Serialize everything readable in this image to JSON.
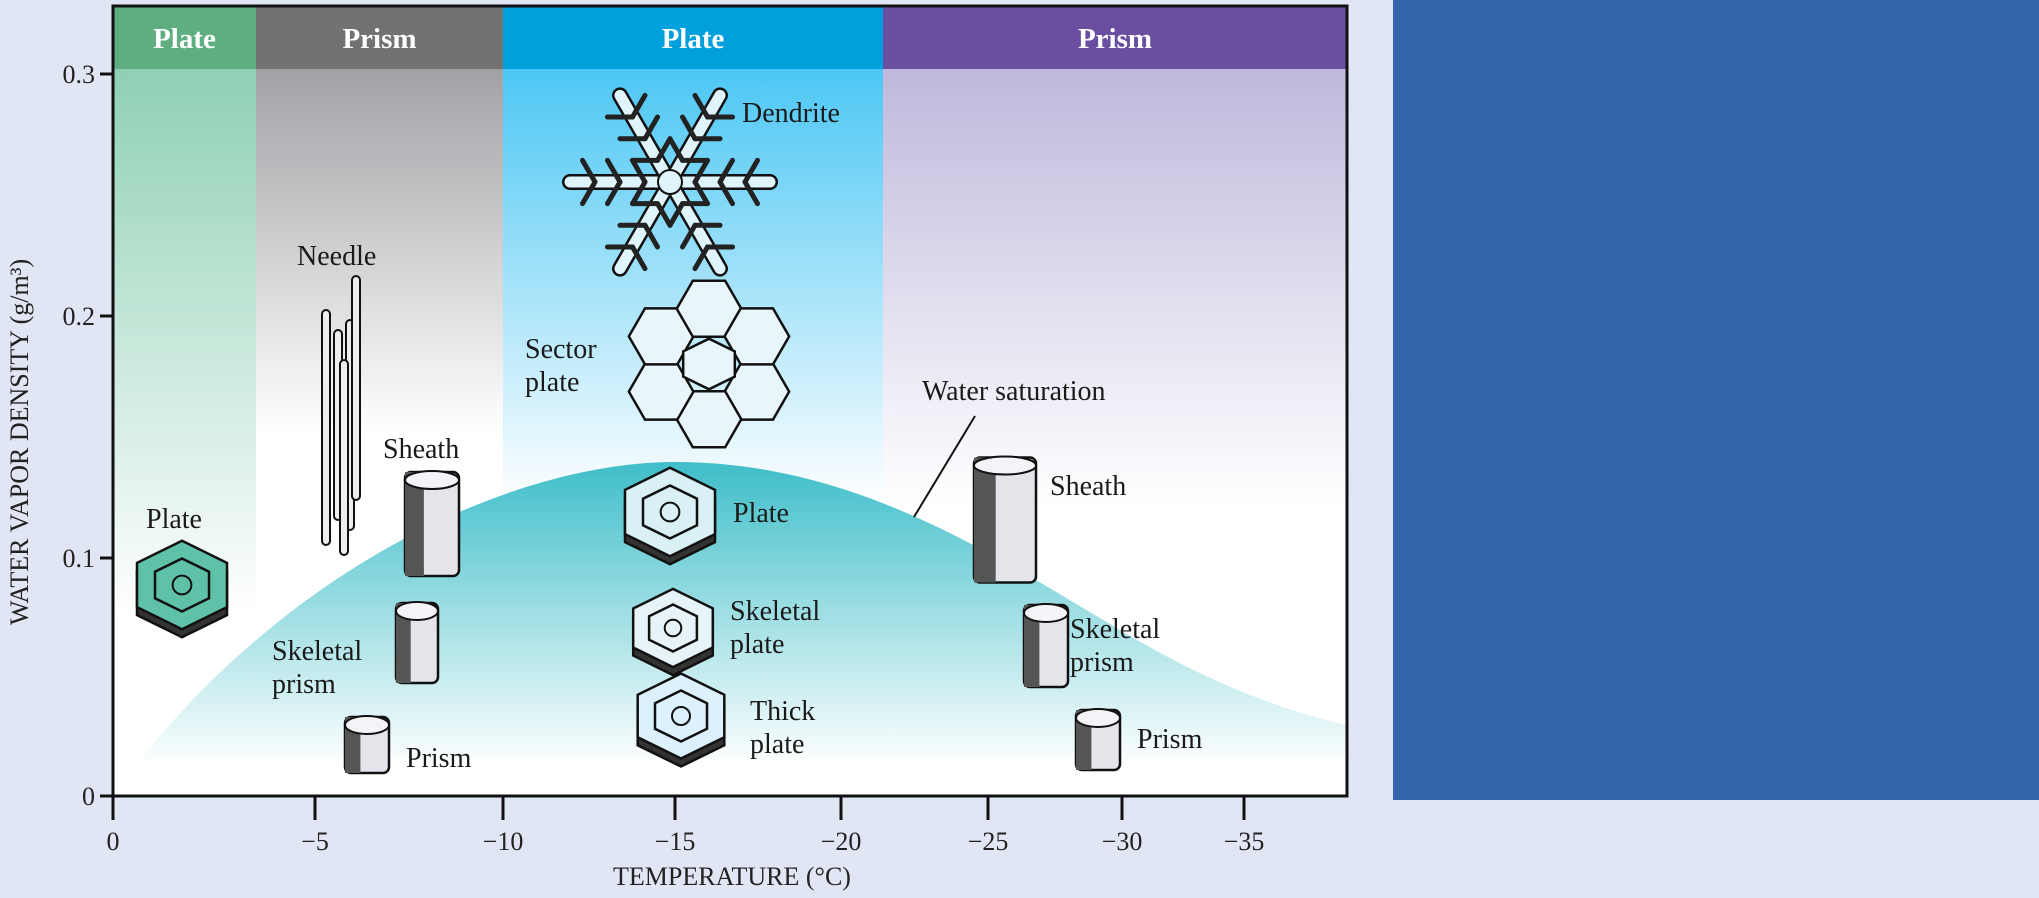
{
  "bands": [
    {
      "label": "Plate",
      "color": "#5fae80",
      "fill": "#8fd0b5"
    },
    {
      "label": "Prism",
      "color": "#727272",
      "fill": "#a2a2a6"
    },
    {
      "label": "Plate",
      "color": "#00a0dc",
      "fill": "#4cc7f4"
    },
    {
      "label": "Prism",
      "color": "#6a4fa0",
      "fill": "#c0b8dc"
    }
  ],
  "axes": {
    "ylabel": "WATER VAPOR DENSITY (g/m³)",
    "xlabel": "TEMPERATURE (°C)",
    "yticks": [
      "0",
      "0.1",
      "0.2",
      "0.3"
    ],
    "xticks": [
      "0",
      "−5",
      "−10",
      "−15",
      "−20",
      "−25",
      "−30",
      "−35"
    ]
  },
  "curve": {
    "label": "Water saturation",
    "color": "#3fbec9"
  },
  "crystals": {
    "dendrite": "Dendrite",
    "needle": "Needle",
    "sector_plate": [
      "Sector",
      "plate"
    ],
    "sheath_left": "Sheath",
    "plate_left": "Plate",
    "skeletal_prism_left": [
      "Skeletal",
      "prism"
    ],
    "prism_left": "Prism",
    "plate_mid": "Plate",
    "skeletal_plate": [
      "Skeletal",
      "plate"
    ],
    "thick_plate": [
      "Thick",
      "plate"
    ],
    "sheath_right": "Sheath",
    "skeletal_prism_right": [
      "Skeletal",
      "prism"
    ],
    "prism_right": "Prism"
  },
  "colors": {
    "background": "#e1e6f4",
    "side_panel": "#3265a8"
  }
}
